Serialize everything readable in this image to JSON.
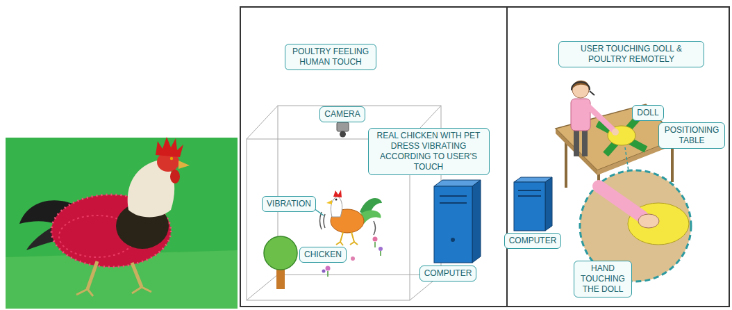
{
  "diagram": {
    "nodes": [
      {
        "text": [
          "POULTRY FEELING HUMAN TOUCH"
        ]
      },
      {
        "text": [
          "CAMERA"
        ]
      },
      {
        "text": [
          "REAL CHICKEN WITH PET DRESS VIBRATING ACCORDING TO USER'S TOUCH"
        ]
      },
      {
        "text": [
          "VIBRATION"
        ]
      },
      {
        "text": [
          "CHICKEN"
        ]
      },
      {
        "text": [
          "COMPUTER"
        ]
      },
      {
        "text": [
          "USER TOUCHING DOLL & POULTRY REMOTELY"
        ]
      },
      {
        "text": [
          "DOLL"
        ]
      },
      {
        "text": [
          "POSITIONING TABLE"
        ]
      },
      {
        "text": [
          "COMPUTER"
        ]
      },
      {
        "text": [
          "HAND TOUCHING THE DOLL"
        ]
      }
    ]
  }
}
